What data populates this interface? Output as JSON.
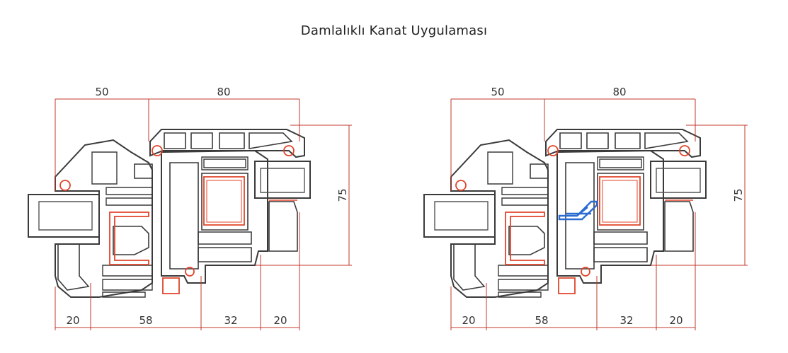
{
  "title": "Damlalıklı Kanat Uygulaması",
  "colors": {
    "profile": "#3a3a3a",
    "steel": "#e0452b",
    "dimension": "#c0392b",
    "dimension_text": "#333333",
    "glass_gray": "#555555",
    "drip": "#2a6bd1"
  },
  "drawings": [
    {
      "variant": "without-drip-cap",
      "top_dims": {
        "left": "50",
        "right": "80"
      },
      "side_dim": "75",
      "bottom_dims": [
        "20",
        "58",
        "32",
        "20"
      ]
    },
    {
      "variant": "with-drip-cap",
      "top_dims": {
        "left": "50",
        "right": "80"
      },
      "side_dim": "75",
      "bottom_dims": [
        "20",
        "58",
        "32",
        "20"
      ]
    }
  ]
}
